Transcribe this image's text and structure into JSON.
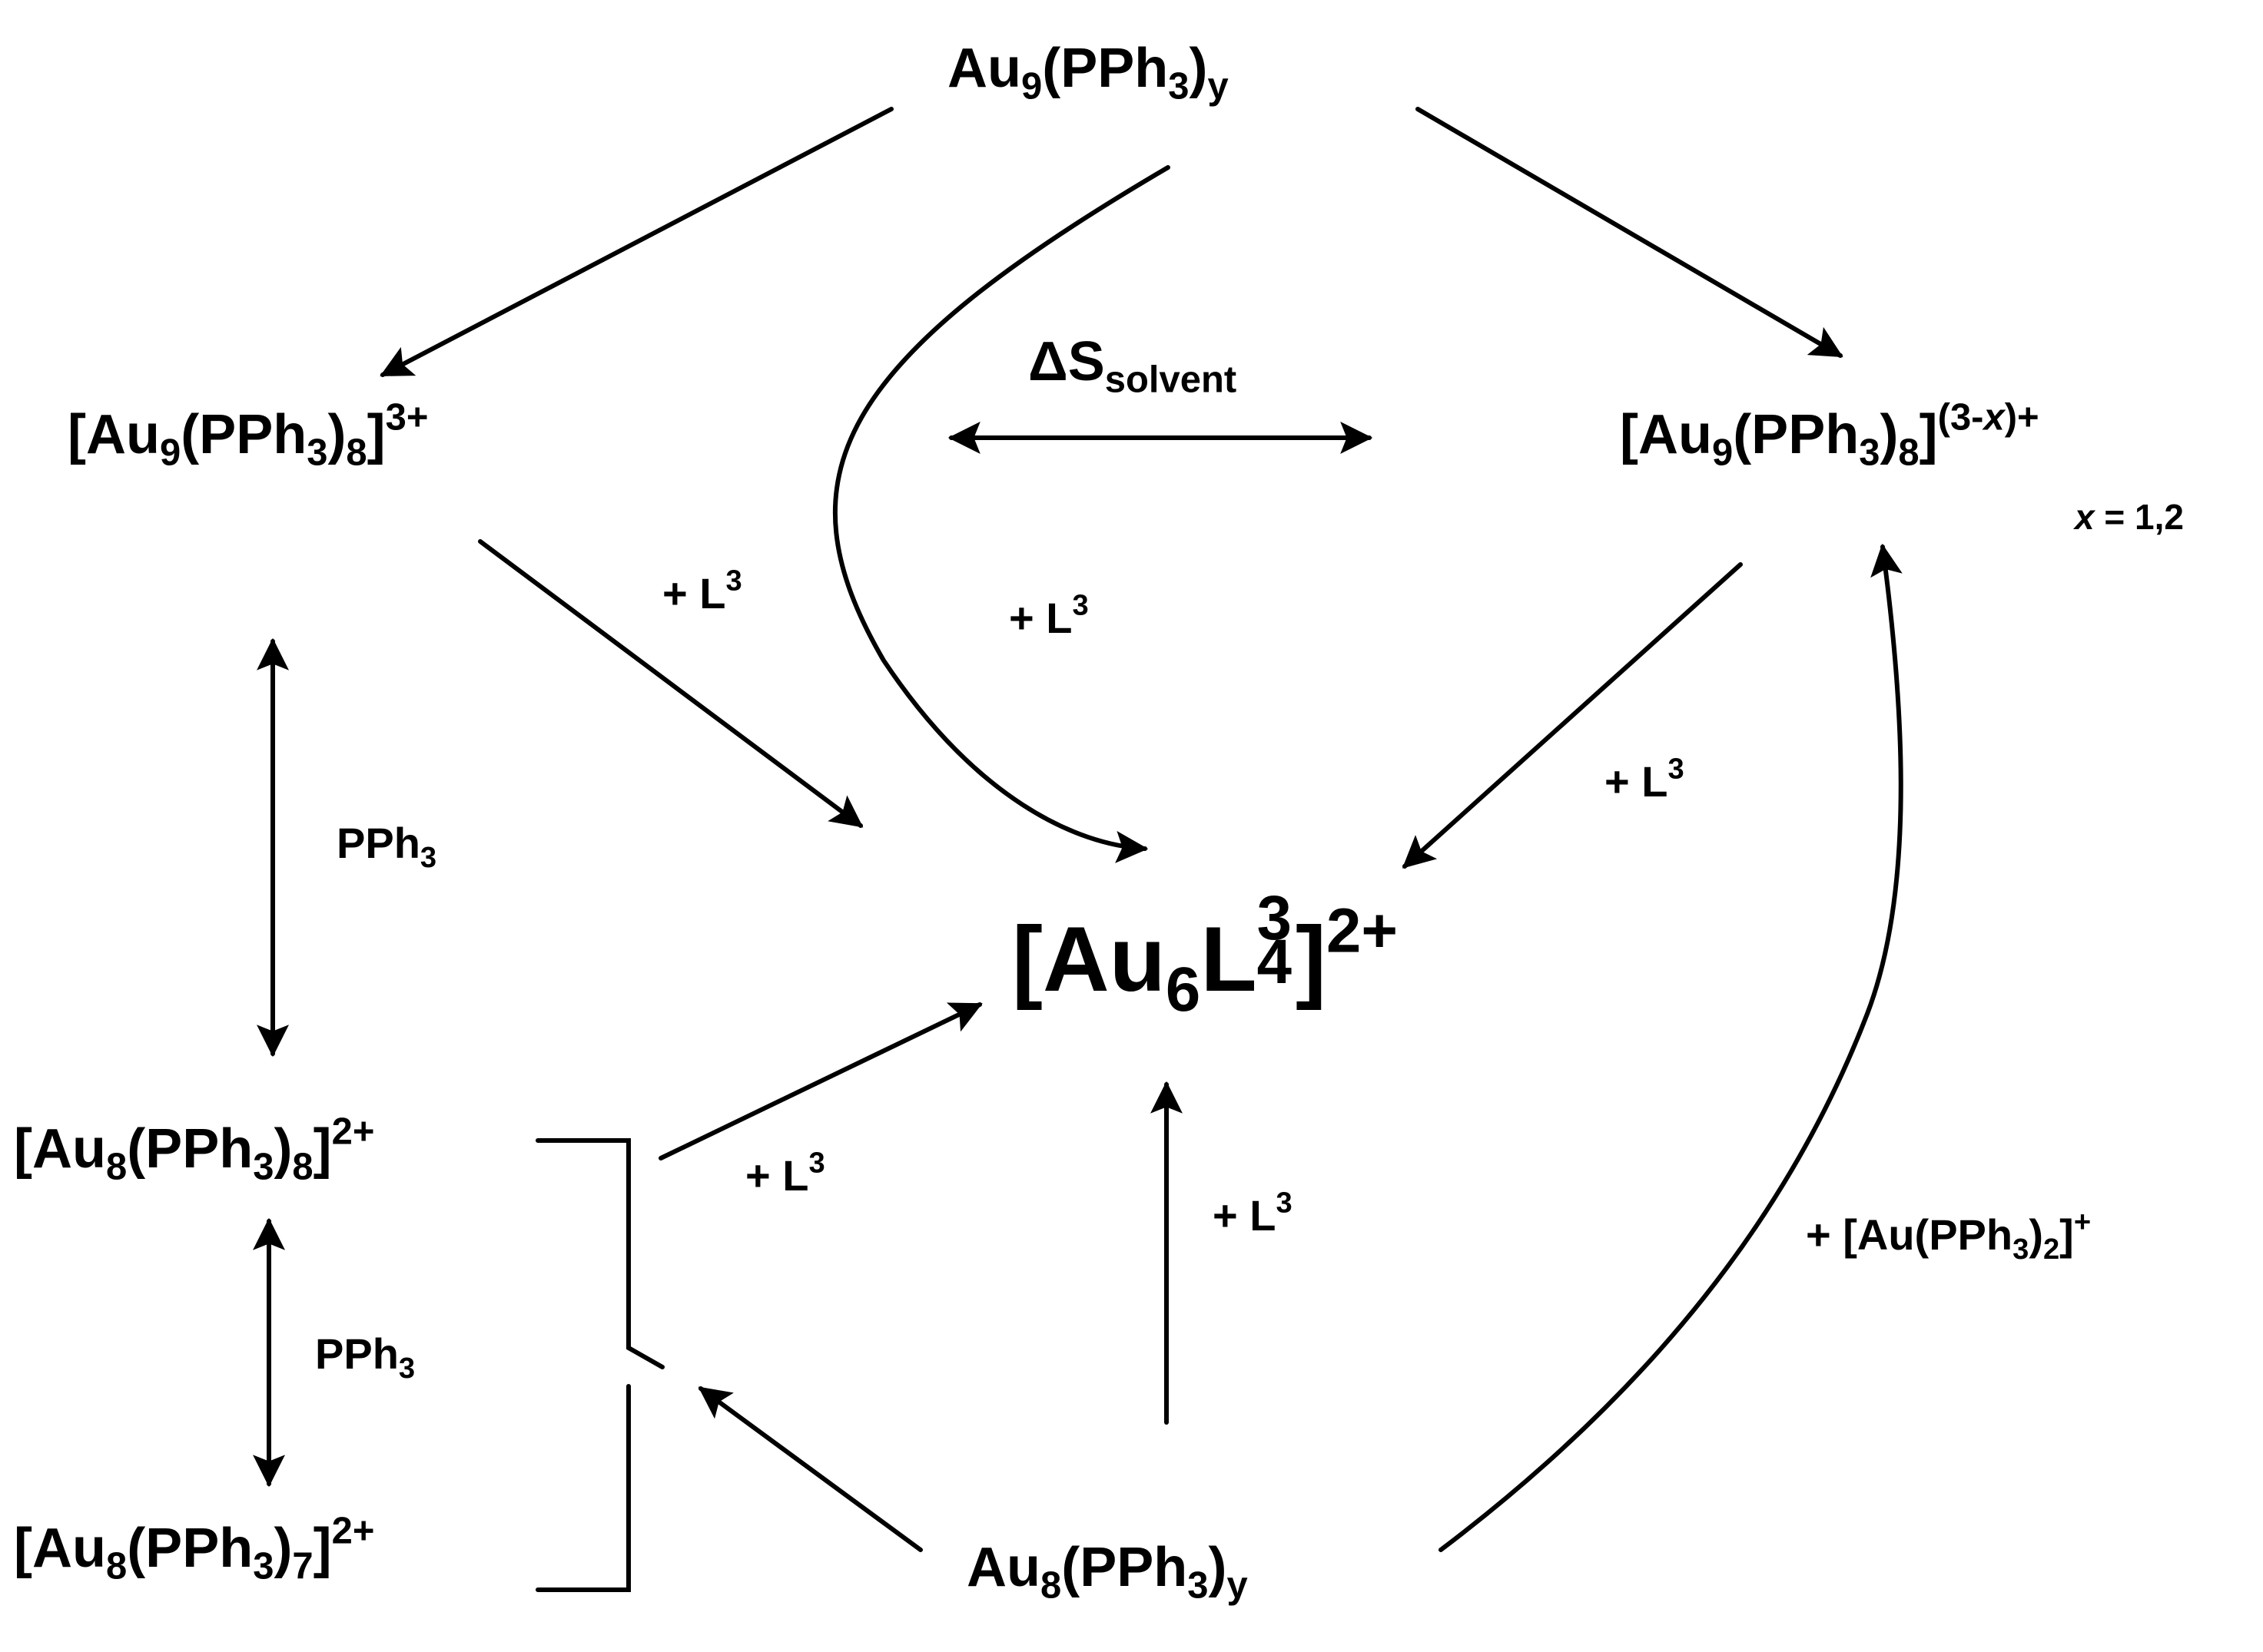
{
  "species": {
    "au9_top": {
      "base": "Au",
      "n_au": "9",
      "open": "(PPh",
      "n_p": "3",
      "close": ")",
      "n_l": "y"
    },
    "au9_3plus": {
      "base": "[Au",
      "n_au": "9",
      "open": "(PPh",
      "n_p": "3",
      "close": ")",
      "n_l": "8",
      "bracket": "]",
      "charge": "3+"
    },
    "au9_3minusx": {
      "base": "[Au",
      "n_au": "9",
      "open": "(PPh",
      "n_p": "3",
      "close": ")",
      "n_l": "8",
      "bracket": "]",
      "charge_pre": "(3-",
      "charge_x": "x",
      "charge_post": ")+",
      "cond_var": "x",
      "cond_rest": " = 1,2"
    },
    "au6_center": {
      "base": "[Au",
      "n_au": "6",
      "ligand": "L",
      "lig_sup": "3",
      "lig_sub": "4",
      "bracket": "]",
      "charge": "2+"
    },
    "au8_8": {
      "base": "[Au",
      "n_au": "8",
      "open": "(PPh",
      "n_p": "3",
      "close": ")",
      "n_l": "8",
      "bracket": "]",
      "charge": "2+"
    },
    "au8_7": {
      "base": "[Au",
      "n_au": "8",
      "open": "(PPh",
      "n_p": "3",
      "close": ")",
      "n_l": "7",
      "bracket": "]",
      "charge": "2+"
    },
    "au8_bottom": {
      "base": "Au",
      "n_au": "8",
      "open": "(PPh",
      "n_p": "3",
      "close": ")",
      "n_l": "y"
    }
  },
  "labels": {
    "delta_s": {
      "main": "ΔS",
      "sub": "solvent"
    },
    "plus_l3": {
      "main": "+ L",
      "sup": "3"
    },
    "pph3": {
      "main": "PPh",
      "sub": "3"
    },
    "au_pph3_2": {
      "main": "+ [Au(PPh",
      "sub": "3",
      "close": ")",
      "sub2": "2",
      "bracket": "]",
      "sup": "+"
    }
  }
}
